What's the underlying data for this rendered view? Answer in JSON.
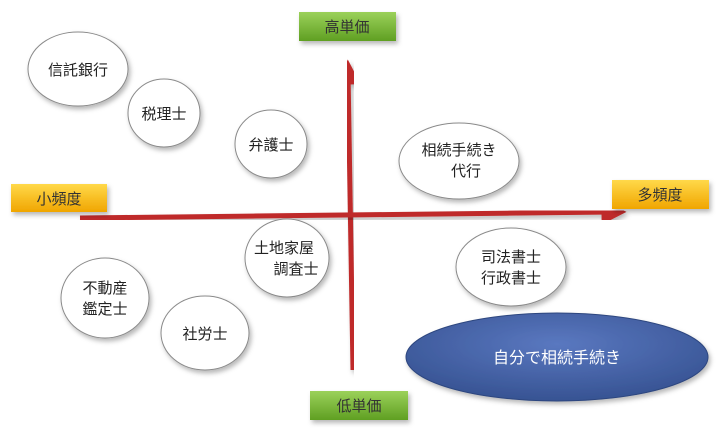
{
  "axes": {
    "top": "高単価",
    "bottom": "低単価",
    "left": "小頻度",
    "right": "多頻度"
  },
  "colors": {
    "top_label_bg": "#76b531",
    "bottom_label_bg": "#76b531",
    "left_label_bg": "#f5b800",
    "right_label_bg": "#f5b800",
    "arrow": "#bf2b2b",
    "bubble_border": "#8a8a8a",
    "highlight_fill": "#3e5aa0"
  },
  "bubbles": [
    {
      "id": "shintaku-ginko",
      "lines": [
        "信託銀行"
      ]
    },
    {
      "id": "zeirishi",
      "lines": [
        "税理士"
      ]
    },
    {
      "id": "bengoshi",
      "lines": [
        "弁護士"
      ]
    },
    {
      "id": "souzoku-daikou",
      "lines": [
        "相続手続き",
        "代行"
      ]
    },
    {
      "id": "tochi-kaoku",
      "lines": [
        "土地家屋",
        "調査士"
      ]
    },
    {
      "id": "shihou-gyousei",
      "lines": [
        "司法書士",
        "行政書士"
      ]
    },
    {
      "id": "fudousan-kanteishi",
      "lines": [
        "不動産",
        "鑑定士"
      ]
    },
    {
      "id": "sharoushi",
      "lines": [
        "社労士"
      ]
    }
  ],
  "highlight": {
    "label": "自分で相続手続き"
  }
}
